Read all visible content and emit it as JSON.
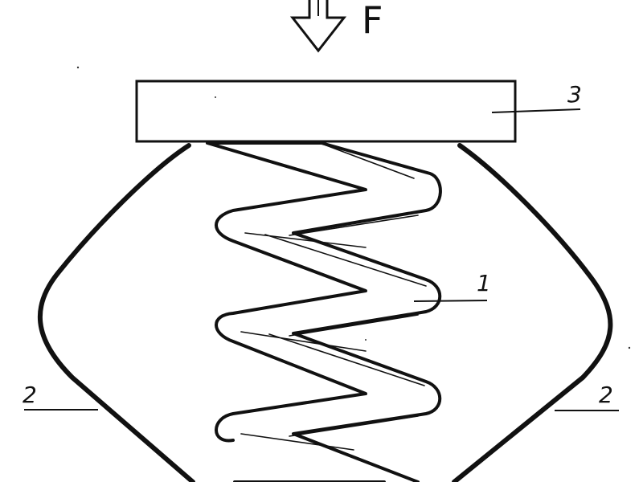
{
  "force": {
    "label": "F"
  },
  "callouts": {
    "spring": "1",
    "shell_left": "2",
    "shell_right": "2",
    "plate": "3"
  },
  "colors": {
    "ink": "#111111",
    "paper": "#ffffff"
  }
}
